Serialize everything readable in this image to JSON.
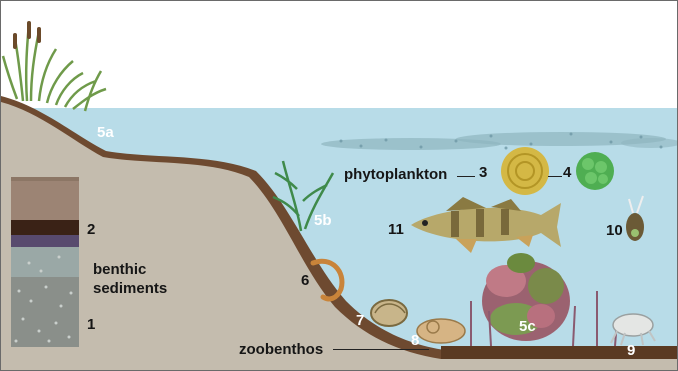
{
  "labels": {
    "n1": "1",
    "n2": "2",
    "benthic": "benthic",
    "sediments": "sediments",
    "n3": "3",
    "n4": "4",
    "n5a": "5a",
    "n5b": "5b",
    "n5c": "5c",
    "n6": "6",
    "n7": "7",
    "n8": "8",
    "n9": "9",
    "n10": "10",
    "n11": "11",
    "phytoplankton": "phytoplankton",
    "zoobenthos": "zoobenthos"
  },
  "colors": {
    "water": "#b8dce8",
    "sky": "#ffffff",
    "bank": "#c4bcae",
    "sediment_band": "#6e4a30",
    "label_dark": "#161616",
    "label_light": "#ffffff",
    "reed": "#6f9a4a",
    "fish": "#b7a86a",
    "phytoplankton_yellow": "#d4b845",
    "phytoplankton_green": "#4fae52"
  }
}
